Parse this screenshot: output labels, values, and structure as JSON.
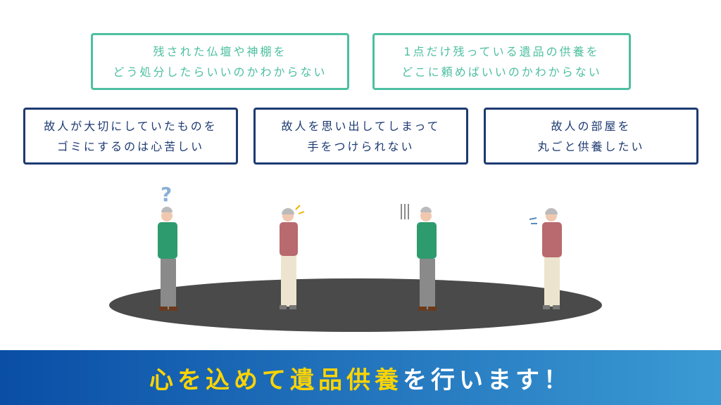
{
  "concerns_top": [
    {
      "line1": "残された仏壇や神棚を",
      "line2": "どう処分したらいいのかわからない"
    },
    {
      "line1": "1点だけ残っている遺品の供養を",
      "line2": "どこに頼めばいいのかわからない"
    }
  ],
  "concerns_bottom": [
    {
      "line1": "故人が大切にしていたものを",
      "line2": "ゴミにするのは心苦しい"
    },
    {
      "line1": "故人を思い出してしまって",
      "line2": "手をつけられない"
    },
    {
      "line1": "故人の部屋を",
      "line2": "丸ごと供養したい"
    }
  ],
  "banner": {
    "highlight1": "心を込めて",
    "highlight2": "遺品供養",
    "rest": "を行います！"
  },
  "colors": {
    "teal": "#4dbfa0",
    "navy": "#1d3a72",
    "accent_yellow": "#ffd400"
  }
}
